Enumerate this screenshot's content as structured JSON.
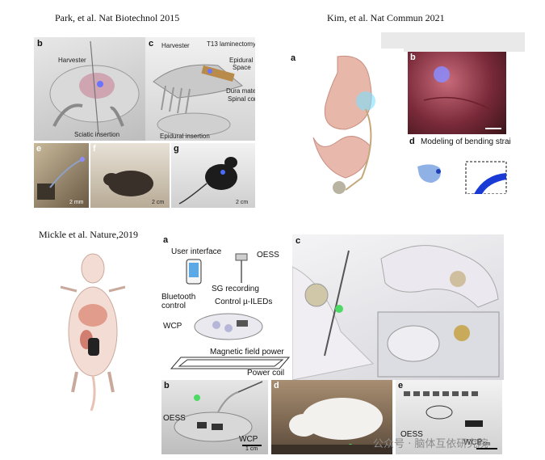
{
  "citations": {
    "park": "Park, et al. Nat Biotechnol 2015",
    "kim": "Kim, et al. Nat Commun 2021",
    "mickle": "Mickle et al. Nature,2019"
  },
  "park_figure": {
    "panel_b": {
      "label": "b",
      "harvester": "Harvester",
      "sciatic": "Sciatic insertion"
    },
    "panel_c": {
      "label": "c",
      "harvester": "Harvester",
      "laminectomy": "T13 laminectomy",
      "epidural": "Epidural",
      "space": "Space",
      "dura": "Dura mater",
      "spinal": "Spinal cord",
      "epidural_insertion": "Epidural insertion"
    },
    "panel_e": {
      "label": "e",
      "scale": "2 mm"
    },
    "panel_f": {
      "label": "f",
      "scale": "2 cm"
    },
    "panel_g": {
      "label": "g",
      "scale": "2 cm"
    }
  },
  "kim_figure": {
    "panel_a": {
      "label": "a"
    },
    "panel_b": {
      "label": "b"
    },
    "panel_d": {
      "label": "d",
      "title": "Modeling of bending strain"
    }
  },
  "mickle_figure": {
    "panel_a": {
      "label": "a",
      "user_interface": "User interface",
      "oess": "OESS",
      "bluetooth": "Bluetooth control",
      "sg": "SG recording",
      "control": "Control µ-ILEDs",
      "wcp": "WCP",
      "magnetic": "Magnetic field power",
      "power_coil": "Power coil"
    },
    "panel_b": {
      "label": "b",
      "oess": "OESS",
      "wcp": "WCP",
      "scale": "1 cm"
    },
    "panel_c": {
      "label": "c"
    },
    "panel_d": {
      "label": "d"
    },
    "panel_e": {
      "label": "e",
      "oess": "OESS",
      "wcp": "WCP",
      "scale": "2 cm"
    }
  },
  "watermark": "公众号 · 脑体互依研究院"
}
